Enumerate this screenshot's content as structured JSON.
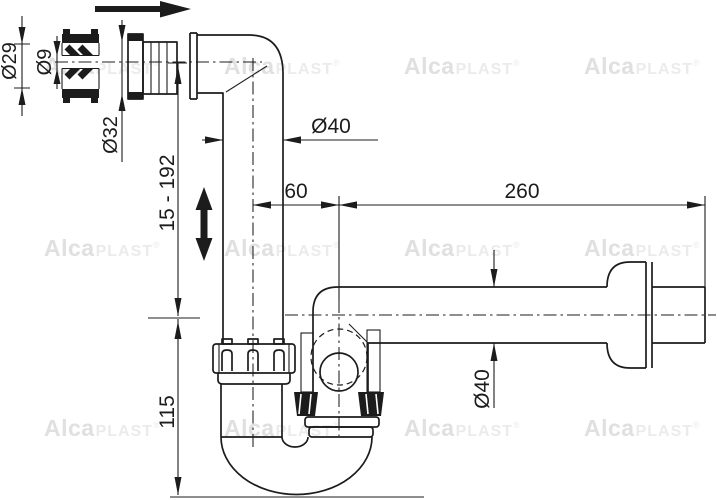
{
  "drawing": {
    "kind": "technical-dimension-drawing",
    "subject": "sink trap (siphon) with adjustable inlet pipe and side outlet"
  },
  "labels": {
    "dim_inlet_outer": "Ø29",
    "dim_inlet_inner": "Ø9",
    "dim_adapter": "Ø32",
    "dim_pipe_top": "Ø40",
    "dim_adjust_range": "15 - 192",
    "dim_offset": "60",
    "dim_outlet_length": "260",
    "dim_outlet_dia": "Ø40",
    "dim_trap_height": "115"
  },
  "watermark": {
    "bold": "Alca",
    "light": "PLAST",
    "reg": "®",
    "columns_x": [
      44,
      224,
      404,
      584
    ],
    "rows_baseline_y": [
      74,
      256,
      436
    ]
  },
  "colors": {
    "line": "#1c1c1c",
    "background": "#ffffff",
    "watermark_bold": "#e0e0e0",
    "watermark_light": "#ebebeb"
  }
}
